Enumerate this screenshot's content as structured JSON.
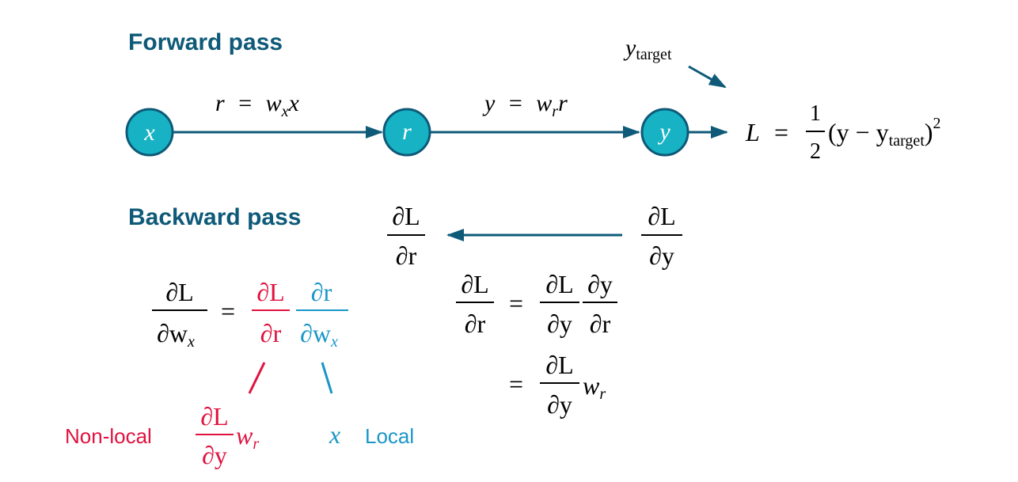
{
  "colors": {
    "heading": "#0e5a78",
    "node_fill": "#17b3c4",
    "node_stroke": "#0e5a78",
    "arrow": "#0e5a78",
    "text": "#000000",
    "nonlocal": "#e0123f",
    "local": "#1a96c7"
  },
  "forward": {
    "heading": "Forward pass",
    "nodes": [
      "x",
      "r",
      "y"
    ],
    "edge1_eq": {
      "lhs": "r",
      "op": "=",
      "w": "w",
      "sub": "x",
      "tail": "x"
    },
    "edge2_eq": {
      "lhs": "y",
      "op": "=",
      "w": "w",
      "sub": "r",
      "tail": "r"
    },
    "target": {
      "var": "y",
      "sub": "target"
    },
    "loss": {
      "lhs": "L",
      "op": "=",
      "num": "1",
      "den": "2",
      "open": "(y − y",
      "sub": "target",
      "close": ")",
      "exp": "2"
    }
  },
  "backward": {
    "heading": "Backward pass",
    "dL": "∂L",
    "dr": "∂r",
    "dy": "∂y",
    "dwx_d": "∂w",
    "dwx_sub": "x",
    "eq": "=",
    "wr": {
      "w": "w",
      "sub": "r"
    },
    "local_x": "x"
  },
  "labels": {
    "nonlocal": "Non-local",
    "local": "Local"
  }
}
